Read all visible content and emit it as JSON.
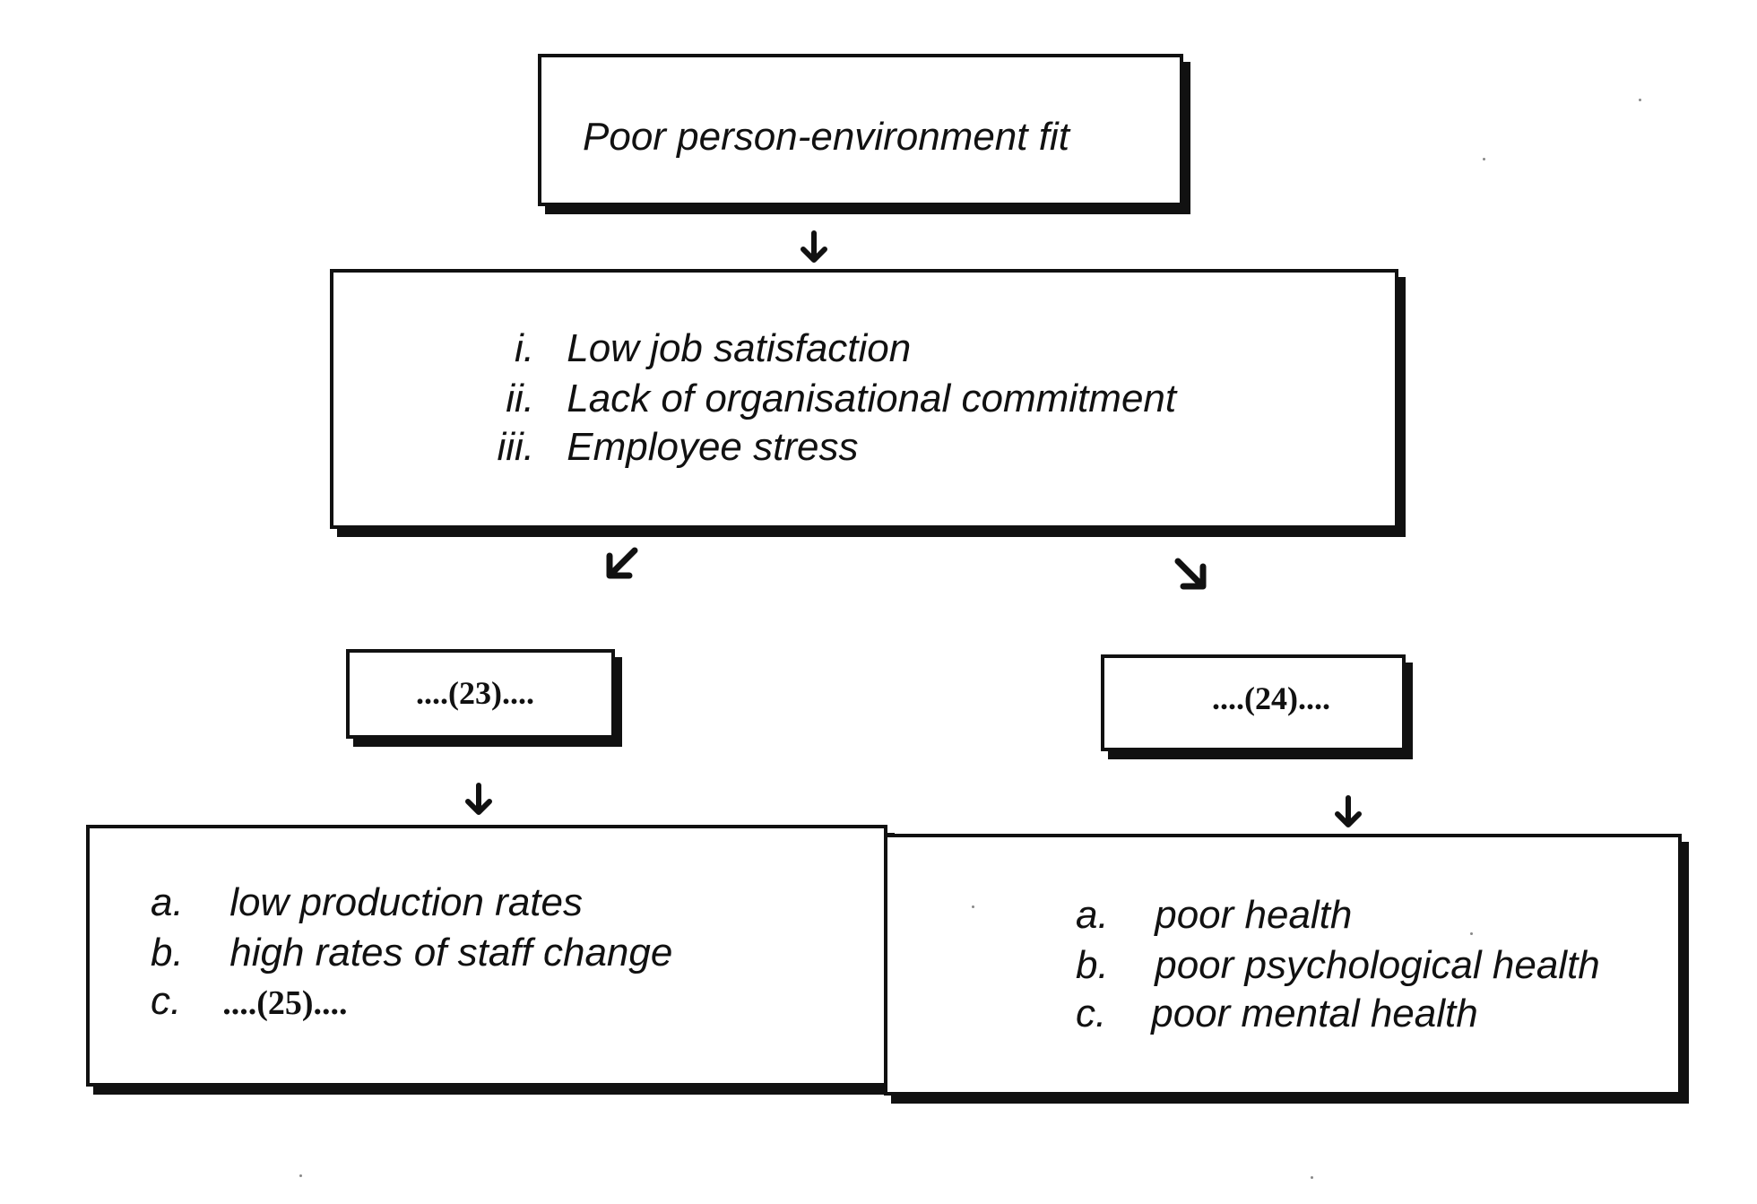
{
  "top_box": {
    "text": "Poor  person-environment fit"
  },
  "middle_box": {
    "items": [
      {
        "marker": "i.",
        "text": "Low job satisfaction"
      },
      {
        "marker": "ii.",
        "text": "Lack of organisational commitment"
      },
      {
        "marker": "iii.",
        "text": "Employee stress"
      }
    ]
  },
  "left_branch": {
    "blank": "....(23)...."
  },
  "right_branch": {
    "blank": "....(24)...."
  },
  "left_outcomes": {
    "items": [
      {
        "marker": "a.",
        "text": "low production rates"
      },
      {
        "marker": "b.",
        "text": "high rates of staff change"
      },
      {
        "marker": "c.",
        "text": "....(25)...."
      }
    ]
  },
  "right_outcomes": {
    "items": [
      {
        "marker": "a.",
        "text": "poor health"
      },
      {
        "marker": "b.",
        "text": "poor psychological health"
      },
      {
        "marker": "c.",
        "text": "poor mental health"
      }
    ]
  },
  "colors": {
    "line": "#111111",
    "background": "#ffffff"
  }
}
